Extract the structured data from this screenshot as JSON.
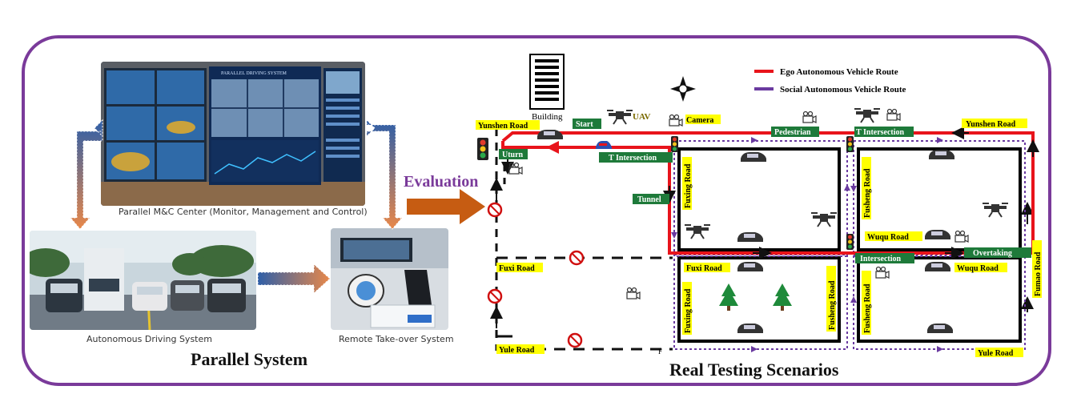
{
  "parallel_system": {
    "title": "Parallel System",
    "mc_center_caption": "Parallel M&C Center (Monitor, Management and Control)",
    "mc_center_screen_text": "PARALLEL DRIVING SYSTEM",
    "ads_caption": "Autonomous Driving System",
    "rto_caption": "Remote Take-over System"
  },
  "evaluation_label": "Evaluation",
  "scenarios": {
    "title": "Real Testing Scenarios",
    "legend": {
      "ego_route": "Ego Autonomous Vehicle Route",
      "social_route": "Social Autonomous Vehicle Route",
      "ego_color": "#e8141b",
      "social_color": "#6a3aa0"
    },
    "landmarks": {
      "building": "Building",
      "uav": "UAV",
      "camera": "Camera",
      "f_mark": "F"
    },
    "green_labels": {
      "start": "Start",
      "uturn": "Uturn",
      "t_intersection_1": "T Intersection",
      "t_intersection_2": "T Intersection",
      "pedestrian": "Pedestrian",
      "tunnel": "Tunnel",
      "intersection": "Intersection",
      "overtaking": "Overtaking"
    },
    "roads": {
      "yunshen_left": "Yunshen Road",
      "yunshen_right": "Yunshen Road",
      "fuxi_1": "Fuxi Road",
      "fuxi_2": "Fuxi Road",
      "yule_left": "Yule Road",
      "yule_right": "Yule Road",
      "fuxing_1": "Fuxing Road",
      "fuxing_2": "Fuxing Road",
      "fusheng_1": "Fusheng Road",
      "fusheng_2": "Fusheng Road",
      "fusheng_3": "Fusheng Road",
      "wuqu_1": "Wuqu Road",
      "wuqu_2": "Wuqu Road",
      "fumao": "Fumao Road"
    }
  }
}
